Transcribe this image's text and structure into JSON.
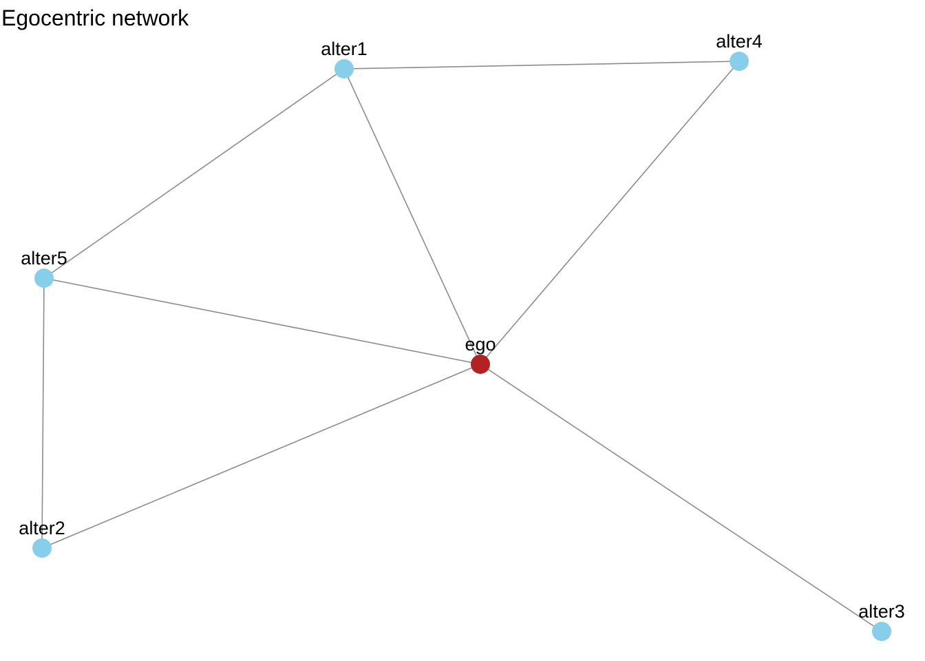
{
  "title": "Egocentric network",
  "colors": {
    "ego": "#B22222",
    "alter": "#87CEEB",
    "edge": "#8C8C8C",
    "background": "#FFFFFF"
  },
  "nodes": [
    {
      "id": "ego",
      "label": "ego",
      "role": "ego"
    },
    {
      "id": "alter1",
      "label": "alter1",
      "role": "alter"
    },
    {
      "id": "alter2",
      "label": "alter2",
      "role": "alter"
    },
    {
      "id": "alter3",
      "label": "alter3",
      "role": "alter"
    },
    {
      "id": "alter4",
      "label": "alter4",
      "role": "alter"
    },
    {
      "id": "alter5",
      "label": "alter5",
      "role": "alter"
    }
  ],
  "edges": [
    {
      "source": "alter1",
      "target": "alter4"
    },
    {
      "source": "alter1",
      "target": "alter5"
    },
    {
      "source": "alter1",
      "target": "ego"
    },
    {
      "source": "alter4",
      "target": "ego"
    },
    {
      "source": "alter5",
      "target": "ego"
    },
    {
      "source": "alter5",
      "target": "alter2"
    },
    {
      "source": "alter2",
      "target": "ego"
    },
    {
      "source": "ego",
      "target": "alter3"
    }
  ]
}
